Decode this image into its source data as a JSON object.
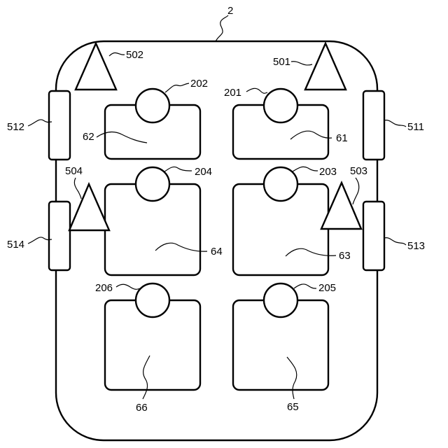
{
  "figure": {
    "vehicle_label": "2",
    "seats": [
      {
        "id": "61",
        "label": "61"
      },
      {
        "id": "62",
        "label": "62"
      },
      {
        "id": "63",
        "label": "63"
      },
      {
        "id": "64",
        "label": "64"
      },
      {
        "id": "65",
        "label": "65"
      },
      {
        "id": "66",
        "label": "66"
      }
    ],
    "seat_circles": [
      "201",
      "202",
      "203",
      "204",
      "205",
      "206"
    ],
    "triangles": [
      "501",
      "502",
      "503",
      "504"
    ],
    "side_bars": [
      "511",
      "512",
      "513",
      "514"
    ]
  },
  "colors": {
    "line": "#000000",
    "fill": "#ffffff"
  }
}
